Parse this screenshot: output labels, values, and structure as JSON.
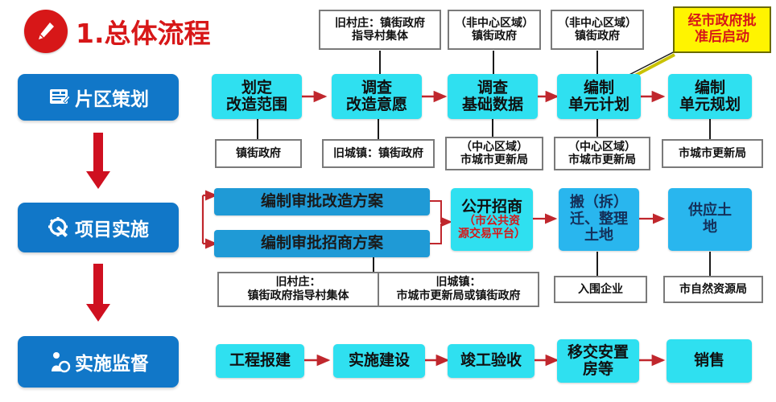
{
  "header": {
    "title": "1.总体流程",
    "badge_icon": "pencil-icon",
    "accent_red": "#d71718",
    "accent_blue": "#1177c8",
    "accent_cyan": "#2fe0f0",
    "accent_yellow": "#fff400"
  },
  "stages": [
    {
      "id": "stage-planning",
      "label": "片区策划",
      "icon": "document-plan-icon"
    },
    {
      "id": "stage-implementation",
      "label": "项目实施",
      "icon": "gear-wrench-icon"
    },
    {
      "id": "stage-supervision",
      "label": "实施监督",
      "icon": "inspector-person-icon"
    }
  ],
  "callout": {
    "line1": "经市政府批",
    "line2": "准后启动"
  },
  "row1": {
    "top_notes": [
      {
        "line1": "旧村庄：镇街政府",
        "line2": "指导村集体"
      },
      {
        "line1": "（非中心区域）",
        "line2": "镇街政府"
      },
      {
        "line1": "（非中心区域）",
        "line2": "镇街政府"
      }
    ],
    "steps": [
      {
        "line1": "划定",
        "line2": "改造范围"
      },
      {
        "line1": "调查",
        "line2": "改造意愿"
      },
      {
        "line1": "调查",
        "line2": "基础数据"
      },
      {
        "line1": "编制",
        "line2": "单元计划"
      },
      {
        "line1": "编制",
        "line2": "单元规划"
      }
    ],
    "bottom_notes": [
      {
        "line1": "镇街政府",
        "line2": ""
      },
      {
        "line1": "旧城镇：镇街政府",
        "line2": ""
      },
      {
        "line1": "（中心区域）",
        "line2": "市城市更新局"
      },
      {
        "line1": "（中心区域）",
        "line2": "市城市更新局"
      },
      {
        "line1": "市城市更新局",
        "line2": ""
      }
    ]
  },
  "row2": {
    "steps": [
      {
        "line1": "编制审批改造方案",
        "line2": ""
      },
      {
        "line1": "编制审批招商方案",
        "line2": ""
      }
    ],
    "tender": {
      "line1": "公开招商",
      "sub1": "（市公共资",
      "sub2": "源交易平台）"
    },
    "relocate": {
      "line1": "搬（拆）",
      "line2": "迁、整理",
      "line3": "土地"
    },
    "supply": {
      "line1": "供应土",
      "line2": "地"
    },
    "split_note": [
      {
        "line1": "旧村庄：",
        "line2": "镇街政府指导村集体"
      },
      {
        "line1": "旧城镇：",
        "line2": "市城市更新局或镇街政府"
      }
    ],
    "notes": [
      {
        "line1": "入围企业"
      },
      {
        "line1": "市自然资源局"
      }
    ]
  },
  "row3": {
    "steps": [
      {
        "line1": "工程报建",
        "line2": ""
      },
      {
        "line1": "实施建设",
        "line2": ""
      },
      {
        "line1": "竣工验收",
        "line2": ""
      },
      {
        "line1": "移交安置",
        "line2": "房等"
      },
      {
        "line1": "销售",
        "line2": ""
      }
    ]
  }
}
